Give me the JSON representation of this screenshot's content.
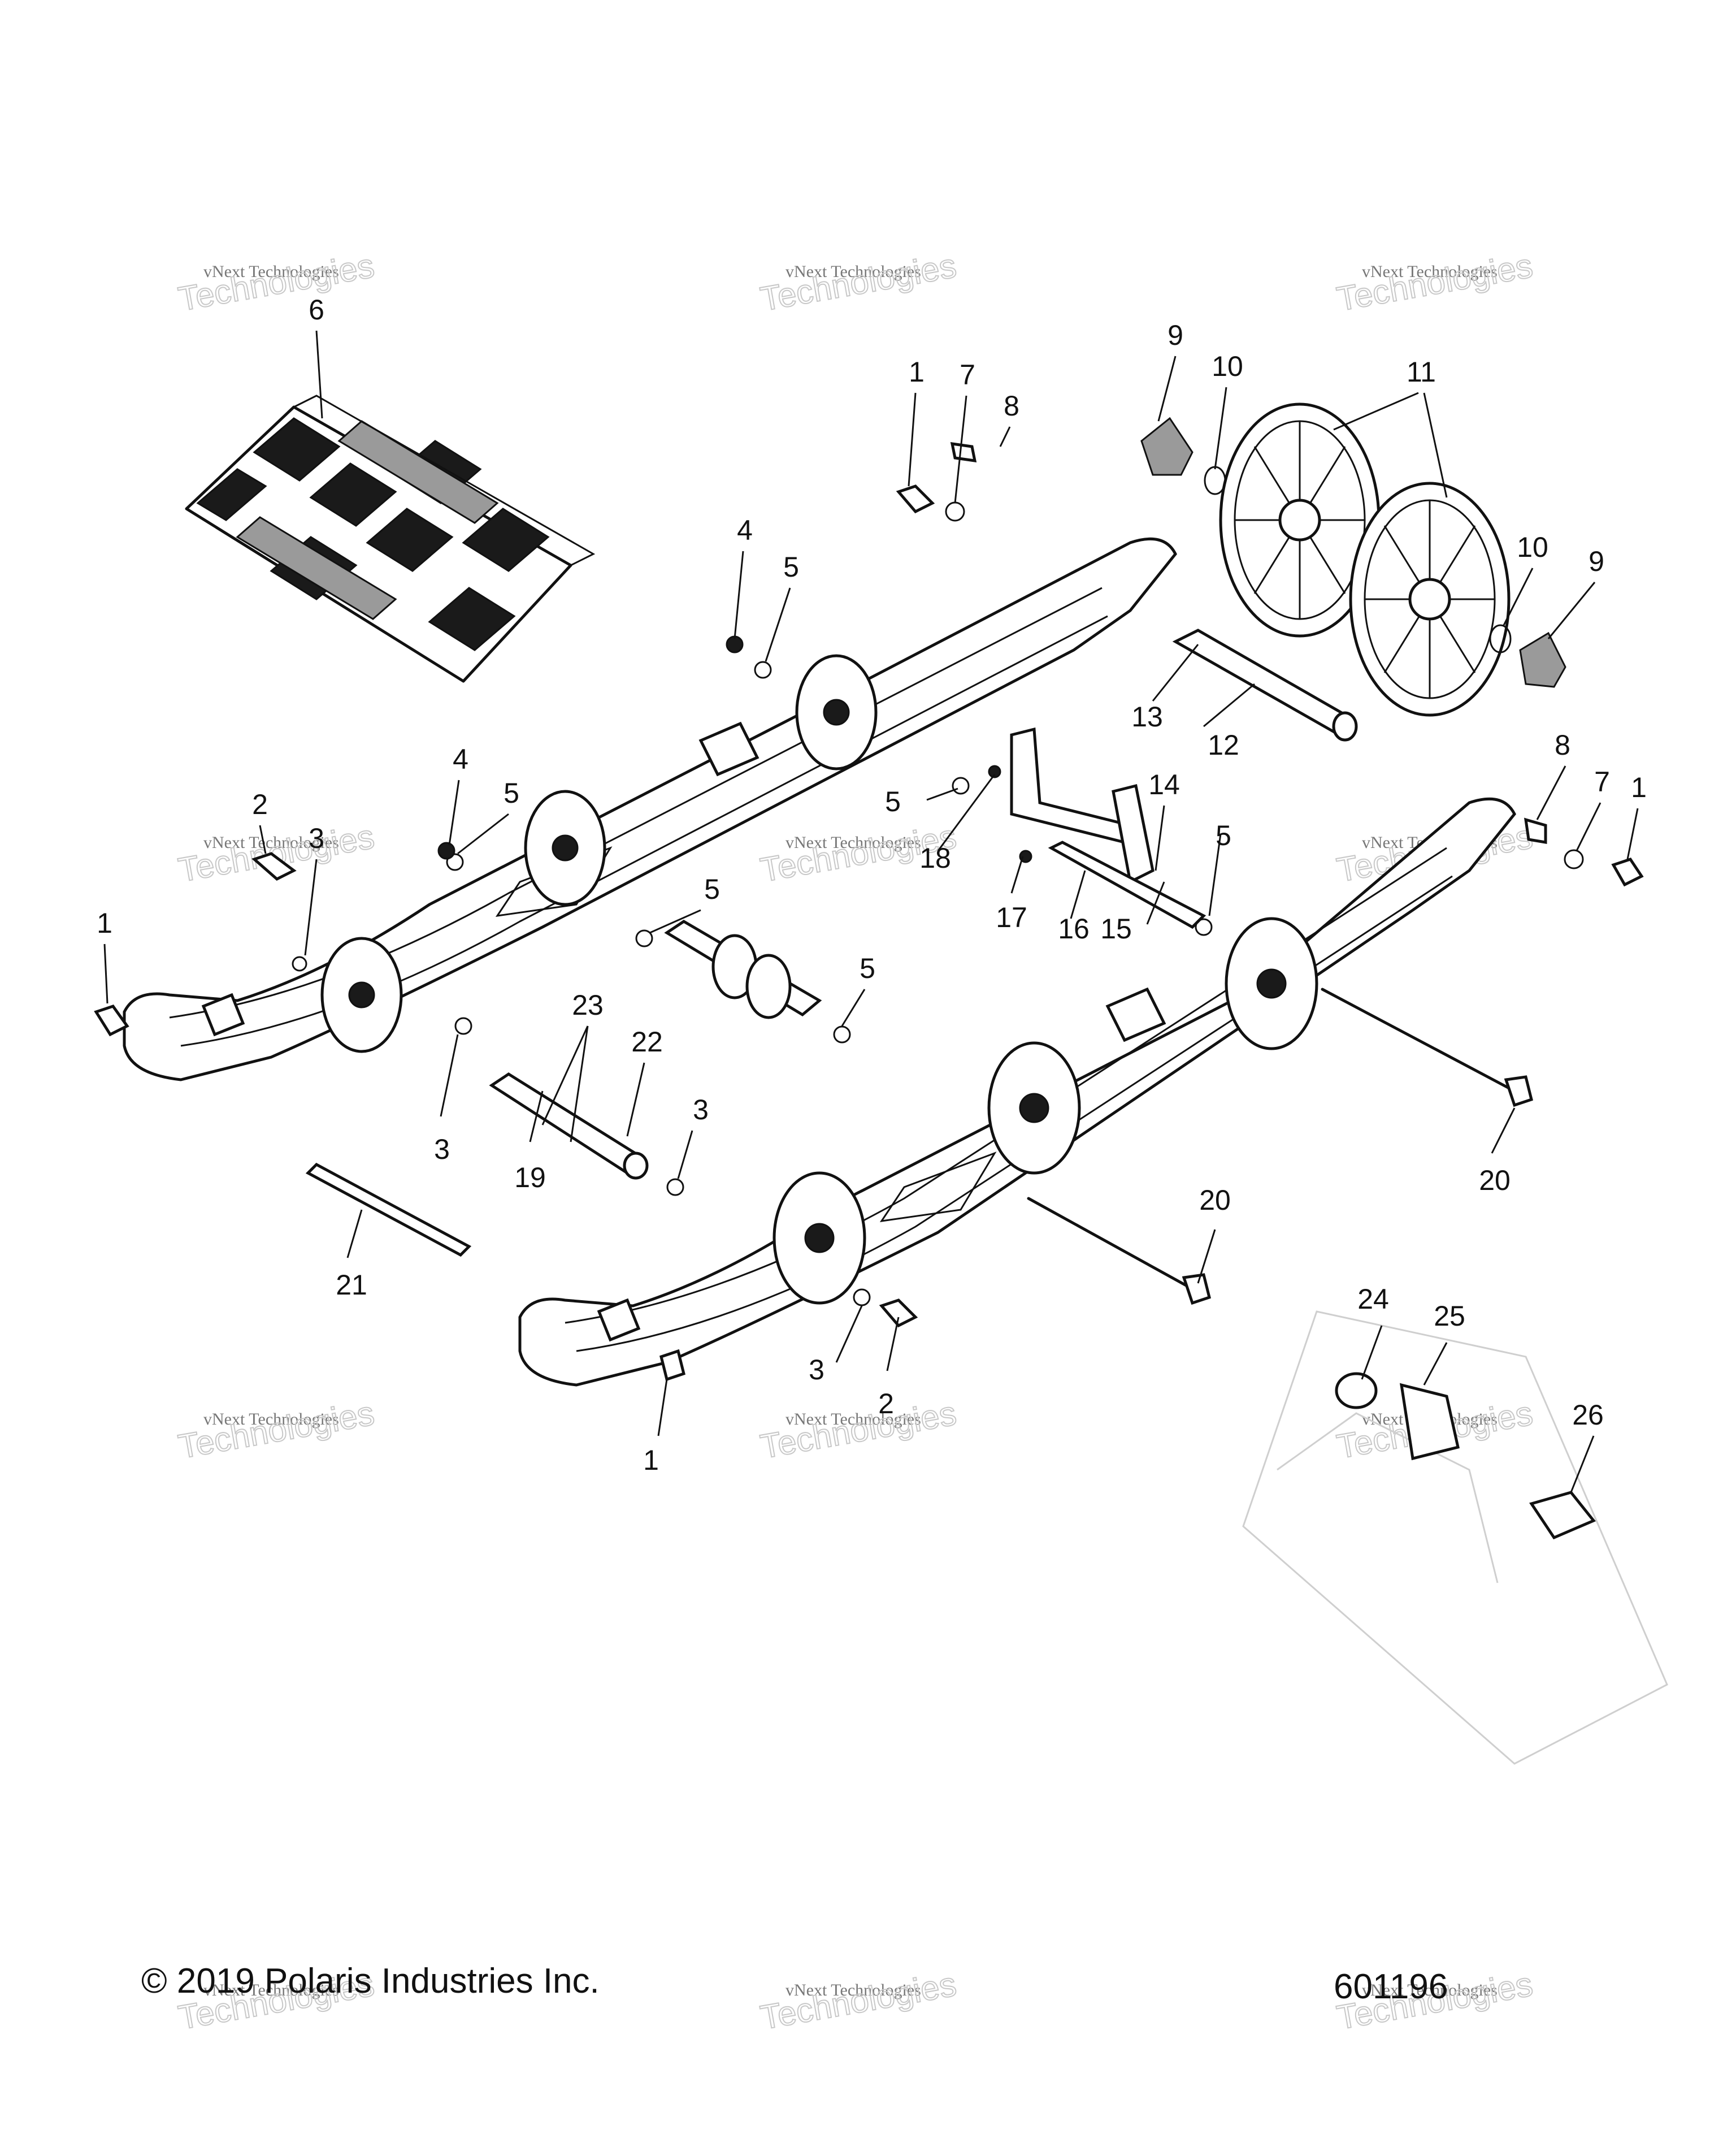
{
  "callouts": [
    "6",
    "1",
    "7",
    "8",
    "9",
    "10",
    "11",
    "10",
    "9",
    "4",
    "5",
    "13",
    "12",
    "4",
    "5",
    "5",
    "18",
    "14",
    "8",
    "7",
    "1",
    "2",
    "3",
    "5",
    "17",
    "16",
    "5",
    "15",
    "1",
    "23",
    "22",
    "5",
    "3",
    "3",
    "19",
    "21",
    "20",
    "20",
    "24",
    "25",
    "26",
    "3",
    "2",
    "1"
  ],
  "footer": {
    "copyright": "© 2019 Polaris Industries Inc.",
    "diagram_number": "601196"
  },
  "watermark": {
    "line1": "vNext Technologies",
    "line2": "Technologies",
    "line3": "vNext"
  }
}
